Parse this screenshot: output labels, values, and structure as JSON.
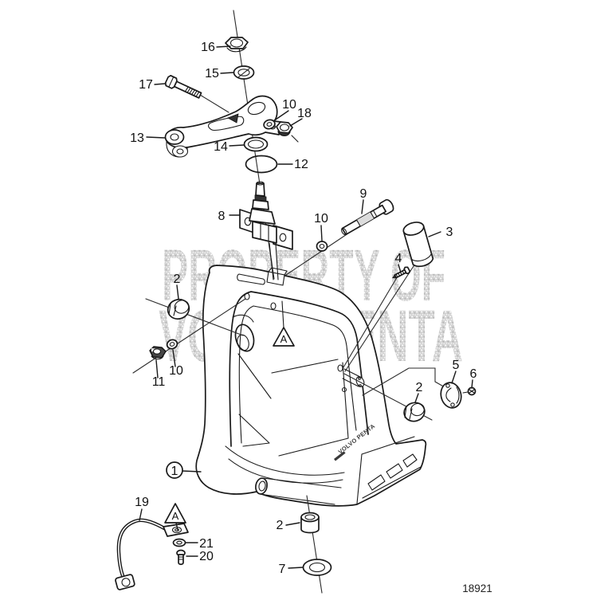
{
  "figure": {
    "watermark_line1": "PROPERTY OF",
    "watermark_line2": "VOLVO PENTA",
    "drawing_number": "18921",
    "body_logo": "VOLVO PENTA"
  },
  "markers": {
    "body_triangle": "A",
    "strap_triangle": "A"
  },
  "callouts": {
    "nut_16": "16",
    "washer_15": "15",
    "bolt_17": "17",
    "arm_13": "13",
    "washer_10_arm": "10",
    "nut_18": "18",
    "washer_14": "14",
    "o_ring_12": "12",
    "bracket_8": "8",
    "pin_9": "9",
    "washer_10_pin": "10",
    "cylinder_3": "3",
    "screw_4": "4",
    "bushing_2_left": "2",
    "washer_10_left": "10",
    "nut_11": "11",
    "cover_5": "5",
    "screw_6": "6",
    "bushing_2_right": "2",
    "suspension_fork_1": "1",
    "strap_19": "19",
    "washer_21": "21",
    "screw_20": "20",
    "bushing_2_bottom": "2",
    "washer_7": "7"
  }
}
